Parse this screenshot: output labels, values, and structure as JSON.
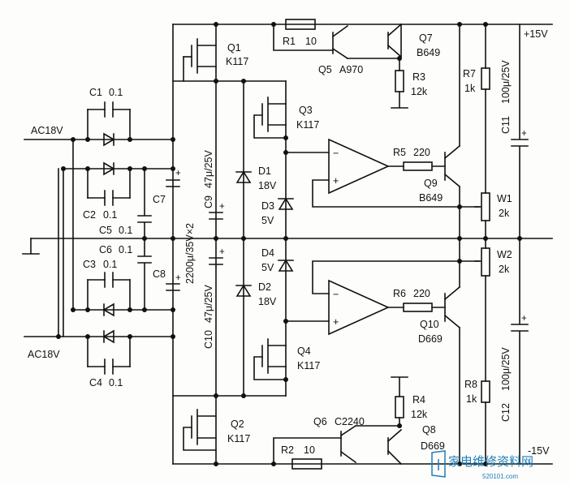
{
  "rails": {
    "pos_label": "+15V",
    "neg_label": "-15V",
    "ac_top": "AC18V",
    "ac_bottom": "AC18V"
  },
  "parts": {
    "Q1": {
      "ref": "Q1",
      "val": "K117"
    },
    "Q2": {
      "ref": "Q2",
      "val": "K117"
    },
    "Q3": {
      "ref": "Q3",
      "val": "K117"
    },
    "Q4": {
      "ref": "Q4",
      "val": "K117"
    },
    "Q5": {
      "ref": "Q5",
      "val": "A970"
    },
    "Q6": {
      "ref": "Q6",
      "val": "C2240"
    },
    "Q7": {
      "ref": "Q7",
      "val": "B649"
    },
    "Q8": {
      "ref": "Q8",
      "val": "D669"
    },
    "Q9": {
      "ref": "Q9",
      "val": "B649"
    },
    "Q10": {
      "ref": "Q10",
      "val": "D669"
    },
    "R1": {
      "ref": "R1",
      "val": "10"
    },
    "R2": {
      "ref": "R2",
      "val": "10"
    },
    "R3": {
      "ref": "R3",
      "val": "12k"
    },
    "R4": {
      "ref": "R4",
      "val": "12k"
    },
    "R5": {
      "ref": "R5",
      "val": "220"
    },
    "R6": {
      "ref": "R6",
      "val": "220"
    },
    "R7": {
      "ref": "R7",
      "val": "1k"
    },
    "R8": {
      "ref": "R8",
      "val": "1k"
    },
    "W1": {
      "ref": "W1",
      "val": "2k"
    },
    "W2": {
      "ref": "W2",
      "val": "2k"
    },
    "C1": {
      "ref": "C1",
      "val": "0.1"
    },
    "C2": {
      "ref": "C2",
      "val": "0.1"
    },
    "C3": {
      "ref": "C3",
      "val": "0.1"
    },
    "C4": {
      "ref": "C4",
      "val": "0.1"
    },
    "C5": {
      "ref": "C5",
      "val": "0.1"
    },
    "C6": {
      "ref": "C6",
      "val": "0.1"
    },
    "C7": {
      "ref": "C7"
    },
    "C8": {
      "ref": "C8"
    },
    "C78_val": "2200μ/35V×2",
    "C9": {
      "ref": "C9",
      "val": "47μ/25V"
    },
    "C10": {
      "ref": "C10",
      "val": "47μ/25V"
    },
    "C11": {
      "ref": "C11",
      "val": "100μ/25V"
    },
    "C12": {
      "ref": "C12",
      "val": "100μ/25V"
    },
    "D1": {
      "ref": "D1",
      "val": "18V"
    },
    "D2": {
      "ref": "D2",
      "val": "18V"
    },
    "D3": {
      "ref": "D3",
      "val": "5V"
    },
    "D4": {
      "ref": "D4",
      "val": "5V"
    }
  },
  "watermark": {
    "title": "家电维修资料网",
    "url": "520101.com"
  }
}
